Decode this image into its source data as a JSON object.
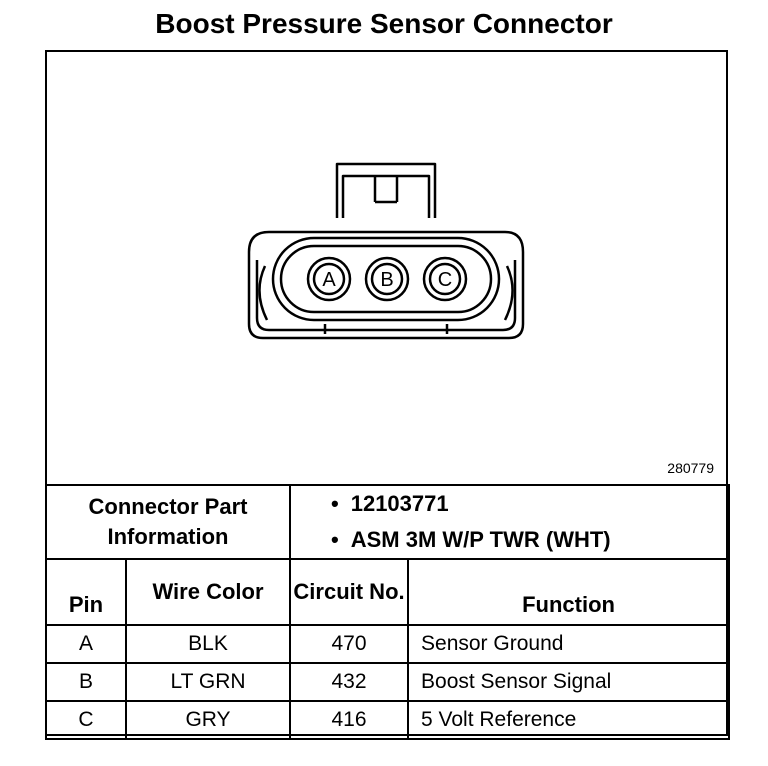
{
  "title": "Boost Pressure Sensor Connector",
  "figure_id": "280779",
  "connector": {
    "pins": [
      "A",
      "B",
      "C"
    ]
  },
  "part_info": {
    "label": "Connector Part Information",
    "items": [
      "12103771",
      "ASM 3M W/P TWR (WHT)"
    ]
  },
  "table": {
    "headers": {
      "pin": "Pin",
      "wire_color": "Wire Color",
      "circuit_no": "Circuit No.",
      "function": "Function"
    },
    "rows": [
      {
        "pin": "A",
        "wire_color": "BLK",
        "circuit": "470",
        "function": "Sensor Ground"
      },
      {
        "pin": "B",
        "wire_color": "LT GRN",
        "circuit": "432",
        "function": "Boost Sensor Signal"
      },
      {
        "pin": "C",
        "wire_color": "GRY",
        "circuit": "416",
        "function": "5 Volt Reference"
      }
    ]
  }
}
